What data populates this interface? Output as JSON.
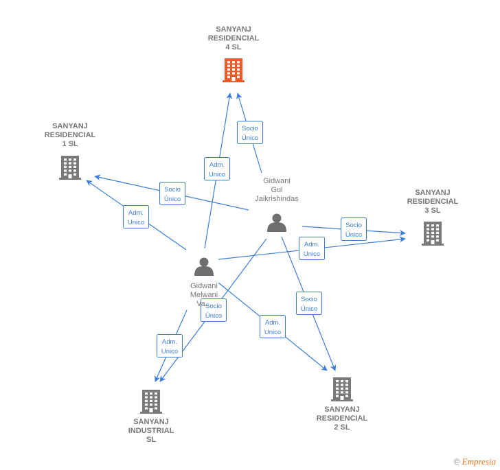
{
  "graph": {
    "nodes": [
      {
        "id": "c4",
        "kind": "company",
        "highlight": true,
        "lines": [
          "SANYANJ",
          "RESIDENCIAL",
          "4  SL"
        ]
      },
      {
        "id": "c1",
        "kind": "company",
        "highlight": false,
        "lines": [
          "SANYANJ",
          "RESIDENCIAL",
          "1  SL"
        ]
      },
      {
        "id": "c3",
        "kind": "company",
        "highlight": false,
        "lines": [
          "SANYANJ",
          "RESIDENCIAL",
          "3  SL"
        ]
      },
      {
        "id": "c2",
        "kind": "company",
        "highlight": false,
        "lines": [
          "SANYANJ",
          "RESIDENCIAL",
          "2  SL"
        ]
      },
      {
        "id": "ci",
        "kind": "company",
        "highlight": false,
        "lines": [
          "SANYANJ",
          "INDUSTRIAL",
          "SL"
        ]
      },
      {
        "id": "p1",
        "kind": "person",
        "highlight": false,
        "lines": [
          "Gidwani",
          "Gul",
          "Jaikrishindas"
        ]
      },
      {
        "id": "p2",
        "kind": "person",
        "highlight": false,
        "lines": [
          "Gidwani",
          "Melwani",
          "Va..."
        ]
      }
    ],
    "edges": [
      {
        "from": "p1",
        "to": "c4",
        "label": [
          "Socio",
          "Único"
        ]
      },
      {
        "from": "p2",
        "to": "c4",
        "label": [
          "Adm.",
          "Unico"
        ]
      },
      {
        "from": "p1",
        "to": "c1",
        "label": [
          "Socio",
          "Único"
        ]
      },
      {
        "from": "p2",
        "to": "c1",
        "label": [
          "Adm.",
          "Unico"
        ]
      },
      {
        "from": "p1",
        "to": "c3",
        "label": [
          "Socio",
          "Único"
        ]
      },
      {
        "from": "p2",
        "to": "c3",
        "label": [
          "Adm.",
          "Unico"
        ]
      },
      {
        "from": "p1",
        "to": "c2",
        "label": [
          "Socio",
          "Único"
        ]
      },
      {
        "from": "p2",
        "to": "c2",
        "label": [
          "Adm.",
          "Unico"
        ]
      },
      {
        "from": "p1",
        "to": "ci",
        "label": [
          "Socio",
          "Único"
        ]
      },
      {
        "from": "p2",
        "to": "ci",
        "label": [
          "Adm.",
          "Unico"
        ]
      }
    ]
  },
  "colors": {
    "edge": "#3b7dd8",
    "company_icon": "#7a7a7a",
    "company_icon_highlight": "#f05a28",
    "person_icon": "#6f6f6f",
    "label_text": "#777777"
  },
  "footer": {
    "copyright_symbol": "©",
    "brand": "Empresia"
  }
}
